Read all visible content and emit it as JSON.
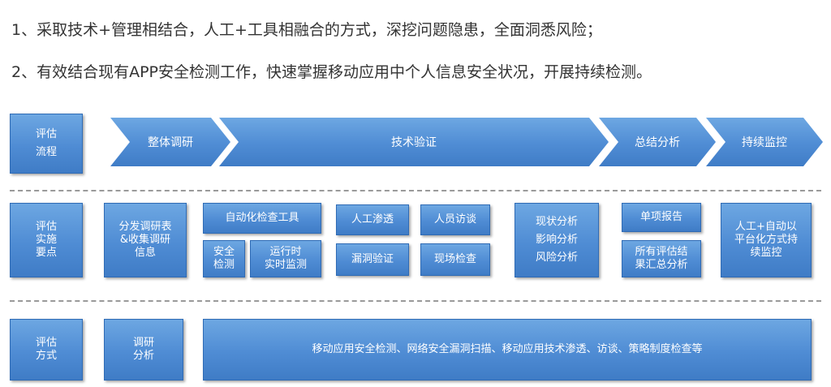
{
  "notes": [
    "1、采取技术+管理相结合，人工+工具相融合的方式，深挖问题隐患，全面洞悉风险；",
    "2、有效结合现有APP安全检测工作，快速掌握移动应用中个人信息安全状况，开展持续检测。"
  ],
  "process": {
    "label": [
      "评估",
      "流程"
    ],
    "stages": [
      "整体调研",
      "技术验证",
      "总结分析",
      "持续监控"
    ]
  },
  "points": {
    "label": [
      "评估",
      "实施",
      "要点"
    ],
    "survey": [
      "分发调研表",
      "&收集调研",
      "信息"
    ],
    "auto_tools": "自动化检查工具",
    "security_check": [
      "安全",
      "检测"
    ],
    "runtime_monitor": [
      "运行时",
      "实时监测"
    ],
    "manual_pentest": "人工渗透",
    "staff_interview": "人员访谈",
    "vuln_verify": "漏洞验证",
    "onsite_check": "现场检查",
    "analysis": [
      "现状分析",
      "影响分析",
      "风险分析"
    ],
    "single_report": "单项报告",
    "summary": [
      "所有评估结",
      "果汇总分析"
    ],
    "platform": [
      "人工+自动以",
      "平台化方式持",
      "续监控"
    ]
  },
  "methods": {
    "label": [
      "评估",
      "方式"
    ],
    "research": [
      "调研",
      "分析"
    ],
    "detail": "移动应用安全检测、网络安全漏洞扫描、移动应用技术渗透、访谈、策略制度检查等"
  },
  "colors": {
    "box_top": "#6da7e2",
    "box_bottom": "#3f7cc6",
    "border": "#2f6bb5",
    "text": "#333333"
  }
}
